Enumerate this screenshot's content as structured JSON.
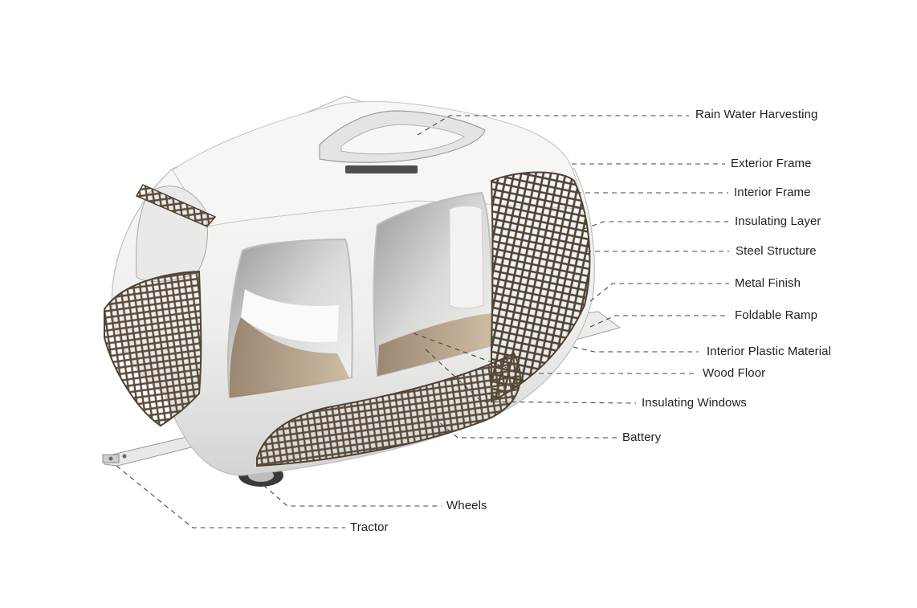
{
  "labels": {
    "rain_water_harvesting": "Rain Water Harvesting",
    "exterior_frame": "Exterior Frame",
    "interior_frame": "Interior Frame",
    "insulating_layer": "Insulating Layer",
    "steel_structure": "Steel Structure",
    "metal_finish": "Metal Finish",
    "foldable_ramp": "Foldable Ramp",
    "interior_plastic_material": "Interior Plastic Material",
    "wood_floor": "Wood Floor",
    "insulating_windows": "Insulating Windows",
    "battery": "Battery",
    "wheels": "Wheels",
    "tractor": "Tractor"
  },
  "colors": {
    "shell": "#f1f1f0",
    "shell_shadow": "#d9d9d8",
    "mesh": "#5a4c3a",
    "wood": "#b59c7e",
    "leader": "#444444"
  }
}
